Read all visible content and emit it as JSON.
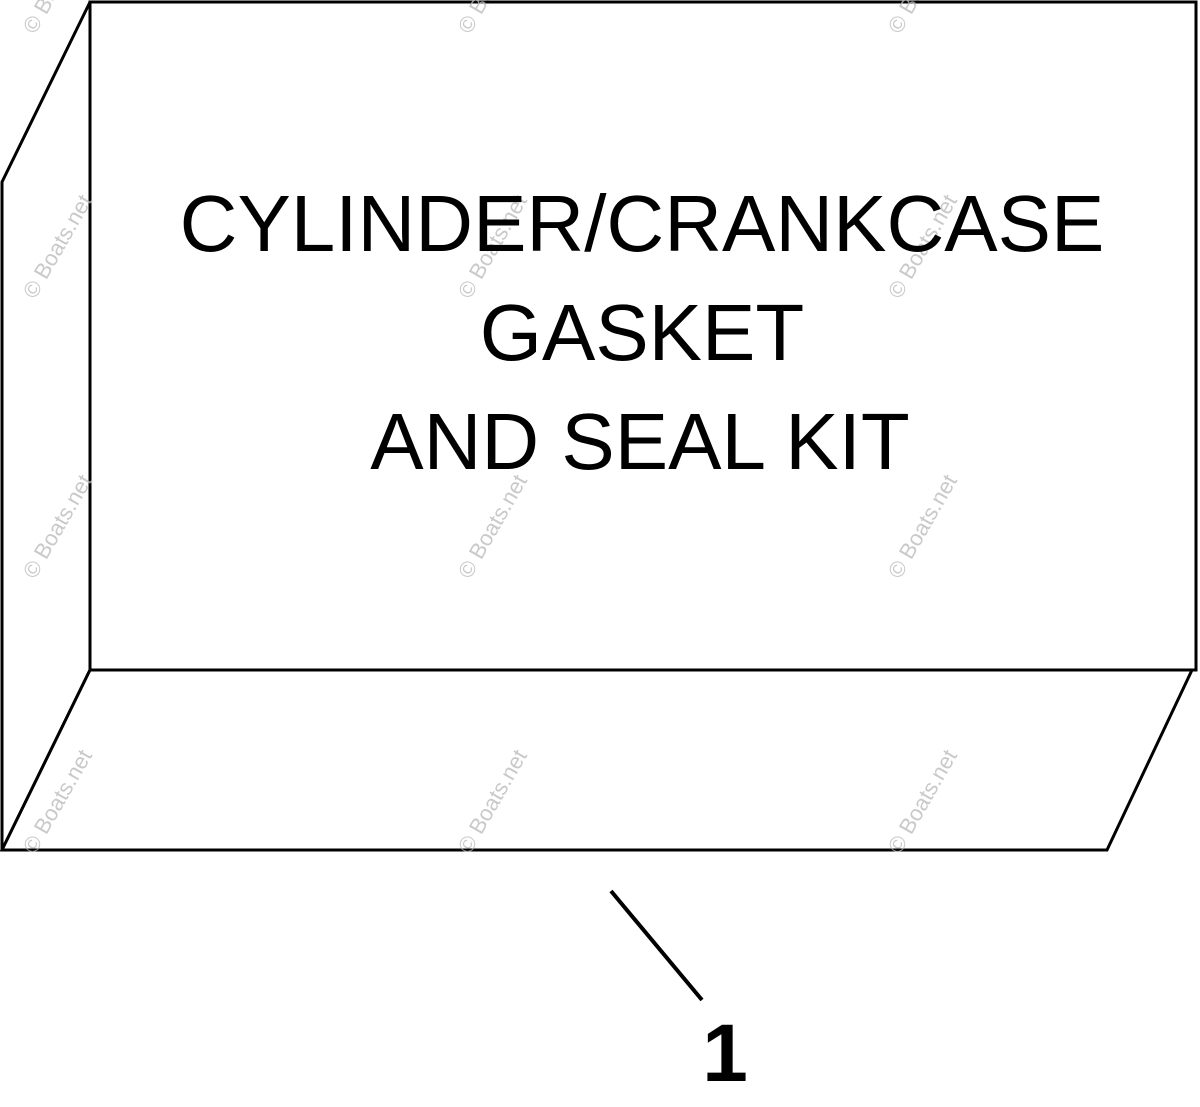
{
  "kit_label": {
    "line1": "CYLINDER/CRANKCASE",
    "line2": "GASKET",
    "line3": "AND SEAL KIT"
  },
  "callout": {
    "number": "1"
  },
  "watermark": {
    "text": "© Boats.net"
  },
  "colors": {
    "line": "#000000",
    "background": "#ffffff",
    "watermark": "#b8b8b8"
  }
}
